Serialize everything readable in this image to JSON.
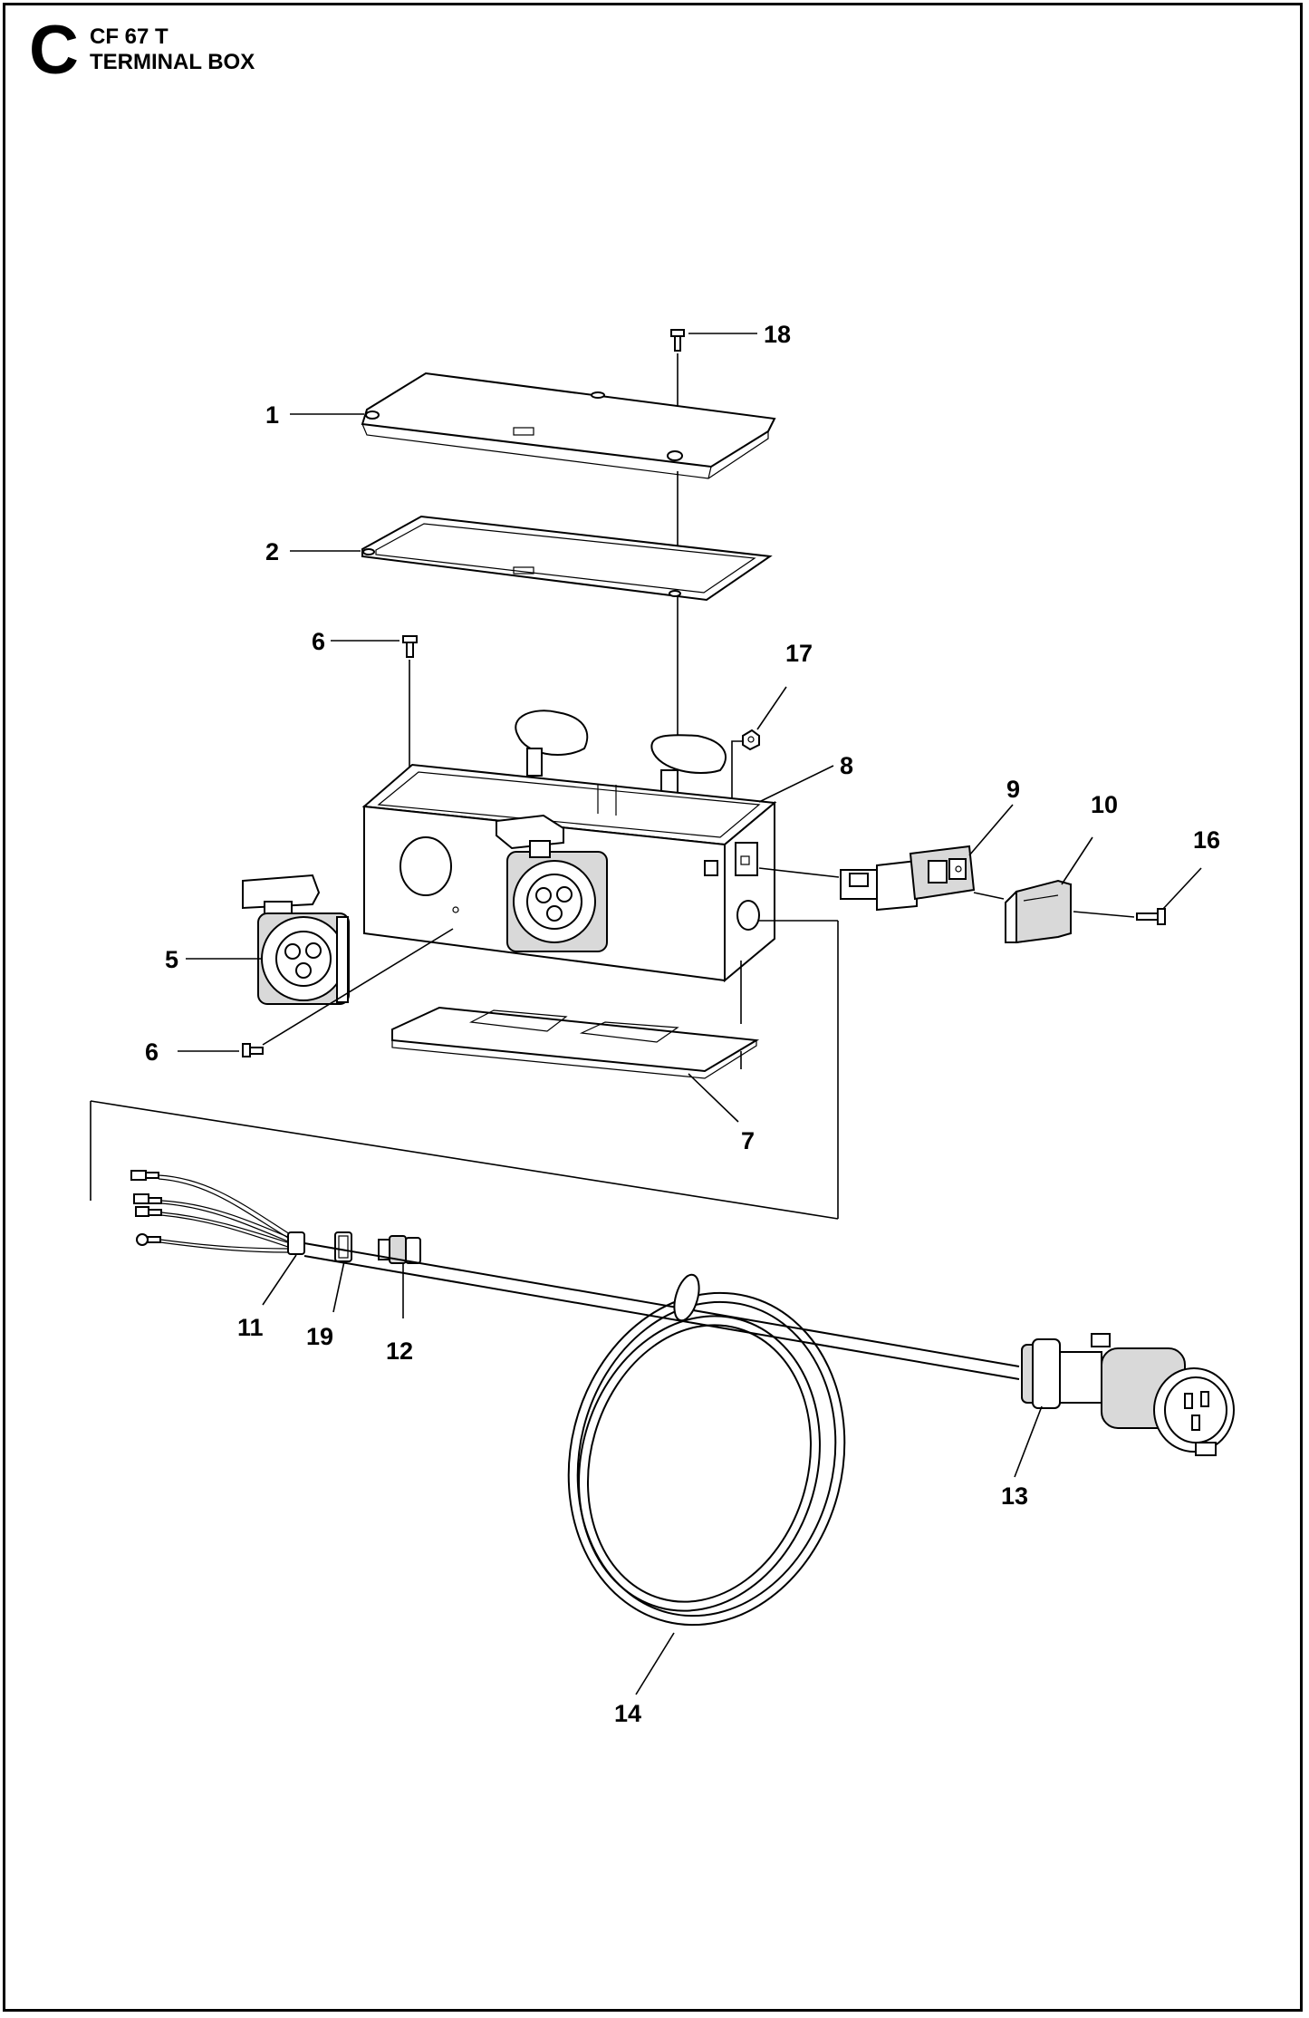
{
  "header": {
    "section_letter": "C",
    "model": "CF 67 T",
    "title": "TERMINAL BOX"
  },
  "callouts": [
    {
      "id": "18",
      "label": "18"
    },
    {
      "id": "1",
      "label": "1"
    },
    {
      "id": "2",
      "label": "2"
    },
    {
      "id": "6a",
      "label": "6"
    },
    {
      "id": "17",
      "label": "17"
    },
    {
      "id": "8",
      "label": "8"
    },
    {
      "id": "9",
      "label": "9"
    },
    {
      "id": "10",
      "label": "10"
    },
    {
      "id": "16",
      "label": "16"
    },
    {
      "id": "5",
      "label": "5"
    },
    {
      "id": "6b",
      "label": "6"
    },
    {
      "id": "7",
      "label": "7"
    },
    {
      "id": "11",
      "label": "11"
    },
    {
      "id": "19",
      "label": "19"
    },
    {
      "id": "12",
      "label": "12"
    },
    {
      "id": "13",
      "label": "13"
    },
    {
      "id": "14",
      "label": "14"
    }
  ]
}
